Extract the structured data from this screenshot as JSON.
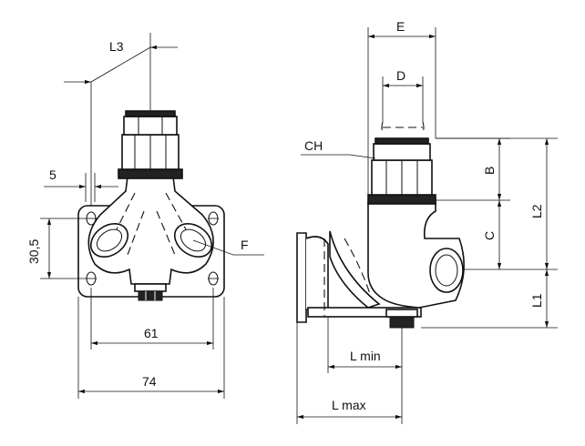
{
  "drawing": {
    "front_view": {
      "dim_L3": "L3",
      "dim_5": "5",
      "dim_30_5": "30,5",
      "label_F": "F",
      "dim_61": "61",
      "dim_74": "74"
    },
    "side_view": {
      "dim_E": "E",
      "dim_D": "D",
      "label_CH": "CH",
      "dim_B": "B",
      "dim_C": "C",
      "dim_L2": "L2",
      "dim_L1": "L1",
      "dim_L_min": "L min",
      "dim_L_max": "L max"
    }
  }
}
